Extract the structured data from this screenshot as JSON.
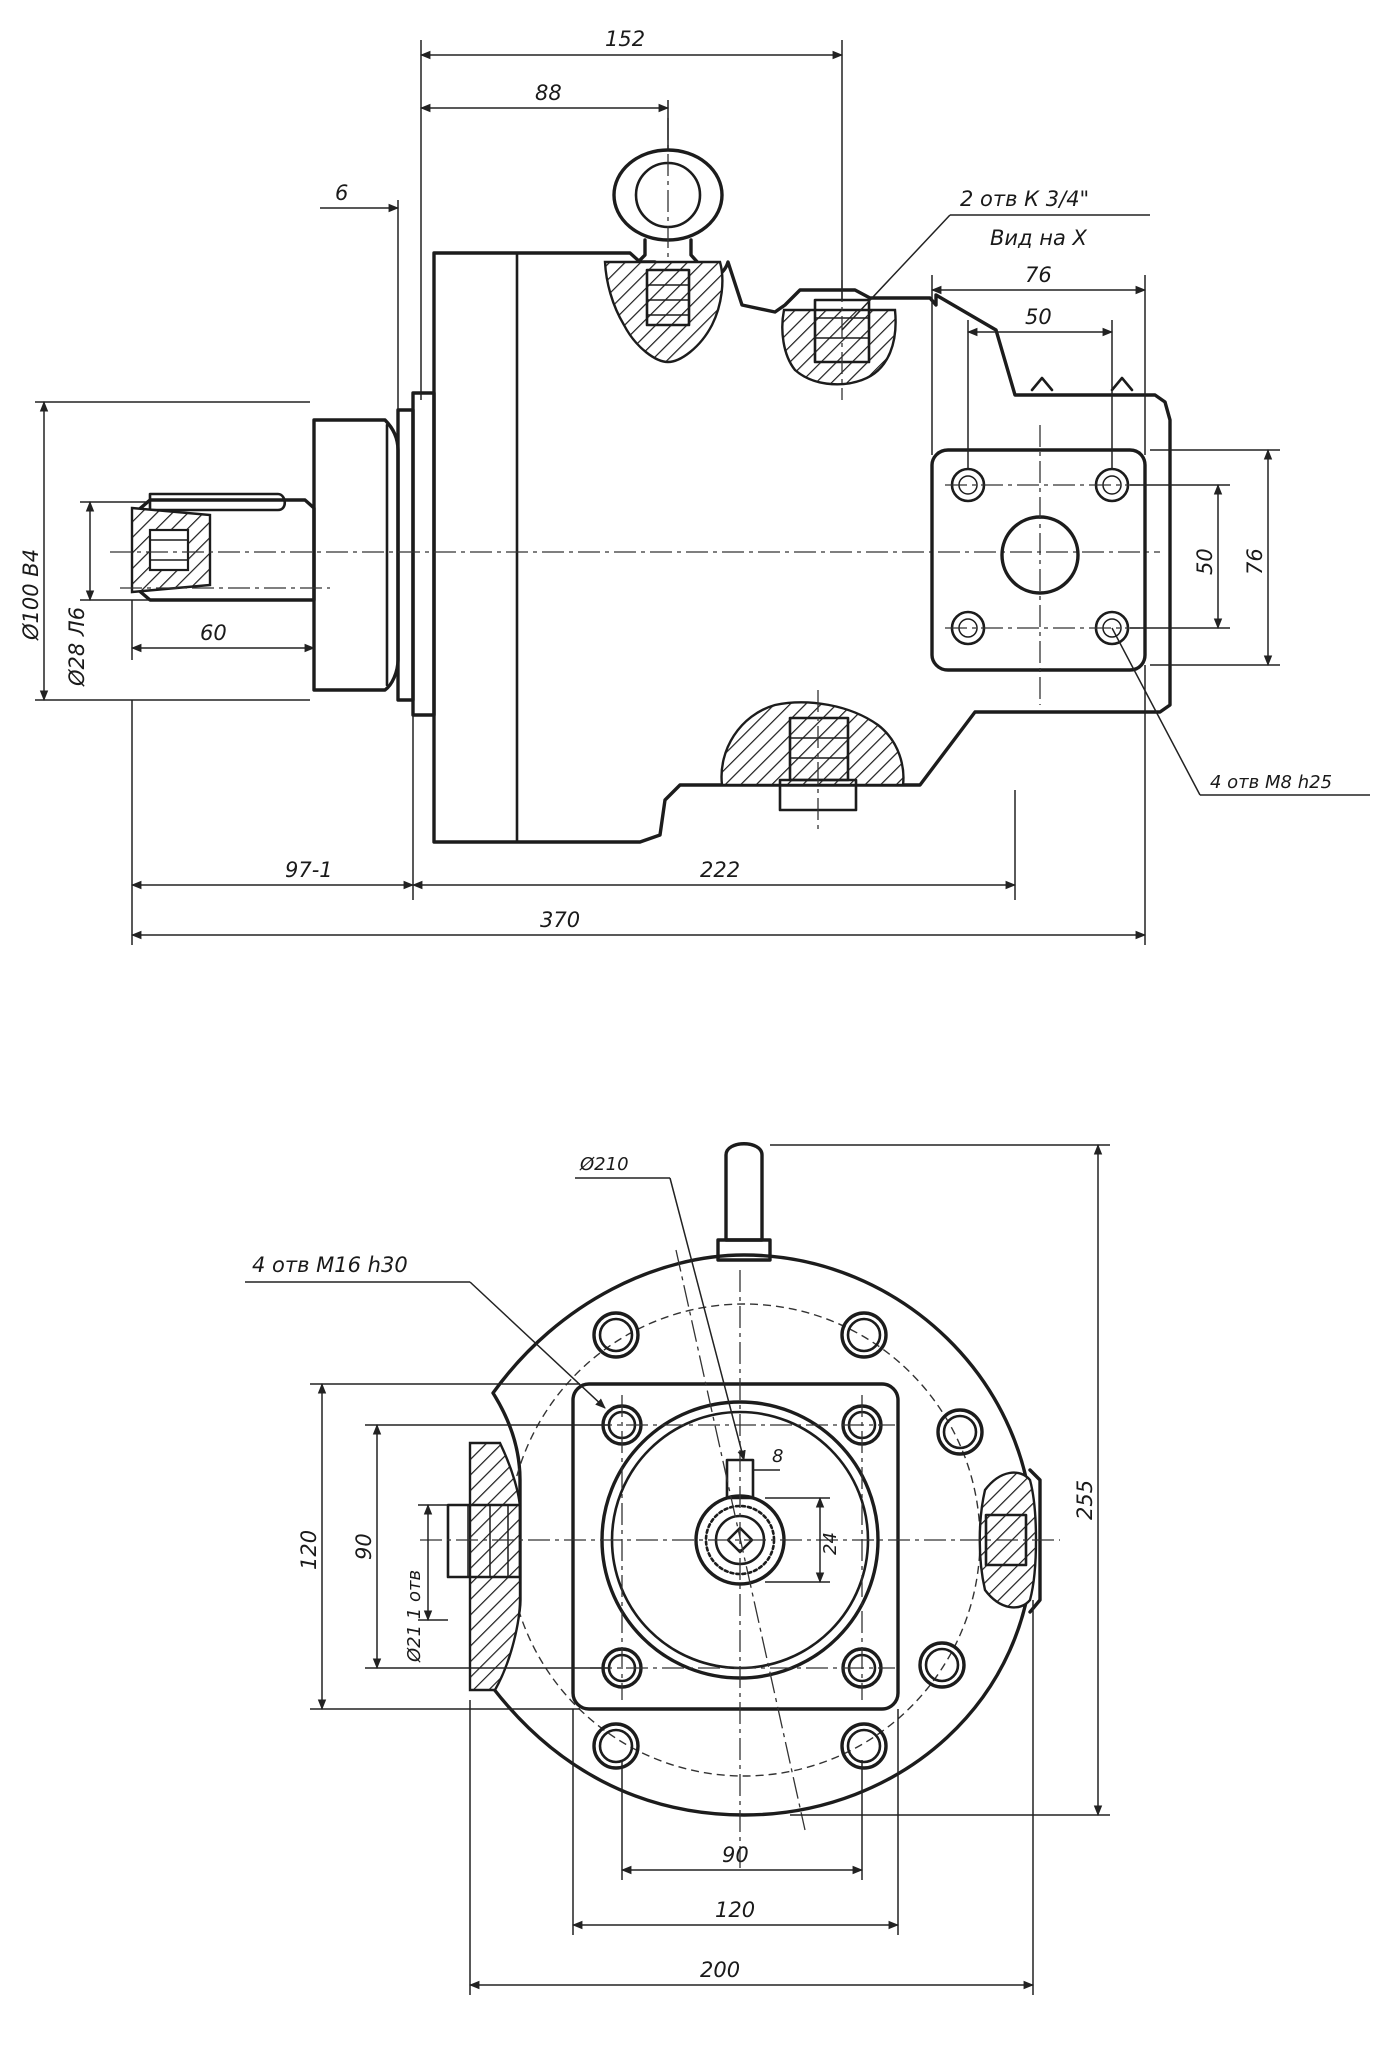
{
  "drawing": {
    "side_view": {
      "dim_152": "152",
      "dim_88": "88",
      "dim_6": "6",
      "note_top_1": "2 отв К 3/4\"",
      "note_top_2": "Вид на Х",
      "dim_76_top": "76",
      "dim_50_top": "50",
      "dim_50_right": "50",
      "dim_76_right": "76",
      "dim_dia_100": "Ø100 В4",
      "dim_dia_shaft": "Ø28 Л6",
      "dim_60": "60",
      "note_holes_flange": "4 отв М8 h25",
      "dim_97": "97-1",
      "dim_222": "222",
      "dim_370": "370"
    },
    "front_view": {
      "dim_dia_210": "Ø210",
      "note_holes": "4 отв М16 h30",
      "dim_120_left": "120",
      "dim_90_left": "90",
      "dim_small_left": "Ø21 1 отв",
      "dim_24": "24",
      "dim_8": "8",
      "dim_255": "255",
      "dim_90_bottom": "90",
      "dim_120_bottom": "120",
      "dim_200_bottom": "200"
    }
  }
}
